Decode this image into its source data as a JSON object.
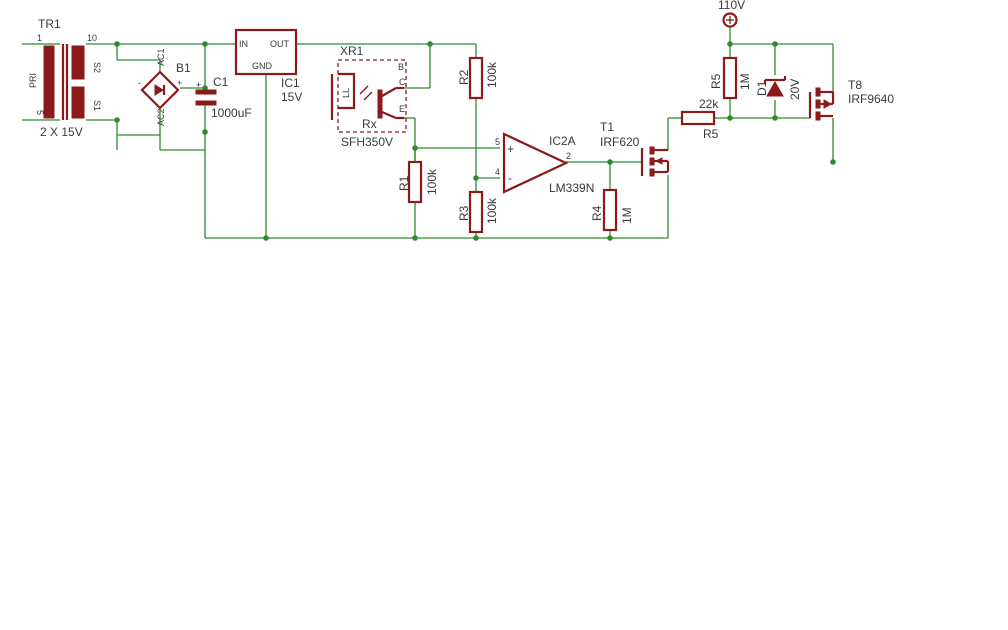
{
  "tr1": {
    "name": "TR1",
    "value": "2 X 15V",
    "pri": "PRI",
    "pin_1": "1",
    "pin_10": "10",
    "pin_5": "5",
    "s2": "S2",
    "s1": "S1"
  },
  "b1": {
    "name": "B1",
    "ac1": "AC1",
    "ac2": "AC2",
    "plus": "+",
    "minus": "-"
  },
  "c1": {
    "name": "C1",
    "value": "1000uF",
    "plus": "+"
  },
  "ic1": {
    "name": "IC1",
    "value": "15V",
    "in": "IN",
    "out": "OUT",
    "gnd": "GND"
  },
  "xr1": {
    "name": "XR1",
    "part": "SFH350V",
    "b": "B",
    "c": "C",
    "e": "E",
    "rx": "Rx",
    "ll": "LL"
  },
  "r1": {
    "name": "R1",
    "value": "100k"
  },
  "r2": {
    "name": "R2",
    "value": "100k"
  },
  "r3": {
    "name": "R3",
    "value": "100k"
  },
  "ic2a": {
    "name": "IC2A",
    "part": "LM339N",
    "pin_plus": "5",
    "pin_minus": "4",
    "pin_out": "2",
    "plus": "+",
    "minus": "-"
  },
  "r4": {
    "name": "R4",
    "value": "1M"
  },
  "t1": {
    "name": "T1",
    "part": "IRF620"
  },
  "r5_series": {
    "name": "R5",
    "value": "22k"
  },
  "r5_pullup": {
    "name": "R5",
    "value": "1M"
  },
  "d1": {
    "name": "D1",
    "value": "20V"
  },
  "t8": {
    "name": "T8",
    "part": "IRF9640"
  },
  "supply": {
    "label": "110V"
  },
  "colors": {
    "wire": "#2f8a2f",
    "component": "#8b1a1a",
    "text": "#3a3a3a"
  }
}
